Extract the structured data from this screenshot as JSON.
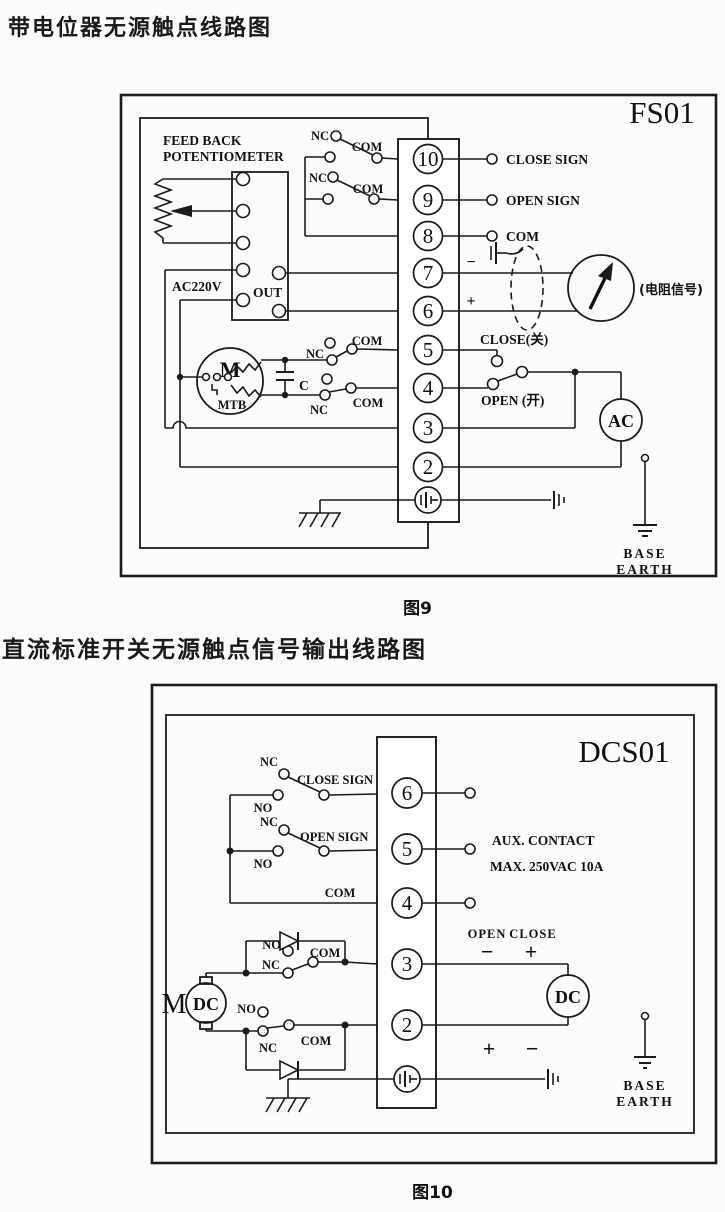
{
  "page": {
    "title1": "带电位器无源触点线路图",
    "title2": "直流标准开关无源触点信号输出线路图",
    "fig9": "图9",
    "fig10": "图10"
  },
  "fs01": {
    "title": "FS01",
    "feedback1": "FEED BACK",
    "feedback2": "POTENTIOMETER",
    "ac220v": "AC220V",
    "out": "OUT",
    "nc": "NC",
    "com": "COM",
    "close_sign": "CLOSE SIGN",
    "open_sign": "OPEN SIGN",
    "minus": "−",
    "plus": "+",
    "resistance_signal": "(电阻信号)",
    "close_cn": "CLOSE(关)",
    "open_cn": "OPEN (开)",
    "ac": "AC",
    "motor_m": "M",
    "motor_mtb": "MTB",
    "cap_c": "C",
    "base": "BASE",
    "earth": "EARTH",
    "terminals": [
      "10",
      "9",
      "8",
      "7",
      "6",
      "5",
      "4",
      "3",
      "2"
    ]
  },
  "dcs01": {
    "title": "DCS01",
    "nc": "NC",
    "no": "NO",
    "com": "COM",
    "close_sign": "CLOSE SIGN",
    "open_sign": "OPEN SIGN",
    "aux_contact": "AUX.  CONTACT",
    "aux_rating": "MAX.  250VAC  10A",
    "open_label": "OPEN",
    "close_label": "CLOSE",
    "minus": "−",
    "plus": "+",
    "motor_m": "M",
    "motor_dc": "DC",
    "base": "BASE",
    "earth": "EARTH",
    "terminals": [
      "6",
      "5",
      "4",
      "3",
      "2"
    ]
  }
}
